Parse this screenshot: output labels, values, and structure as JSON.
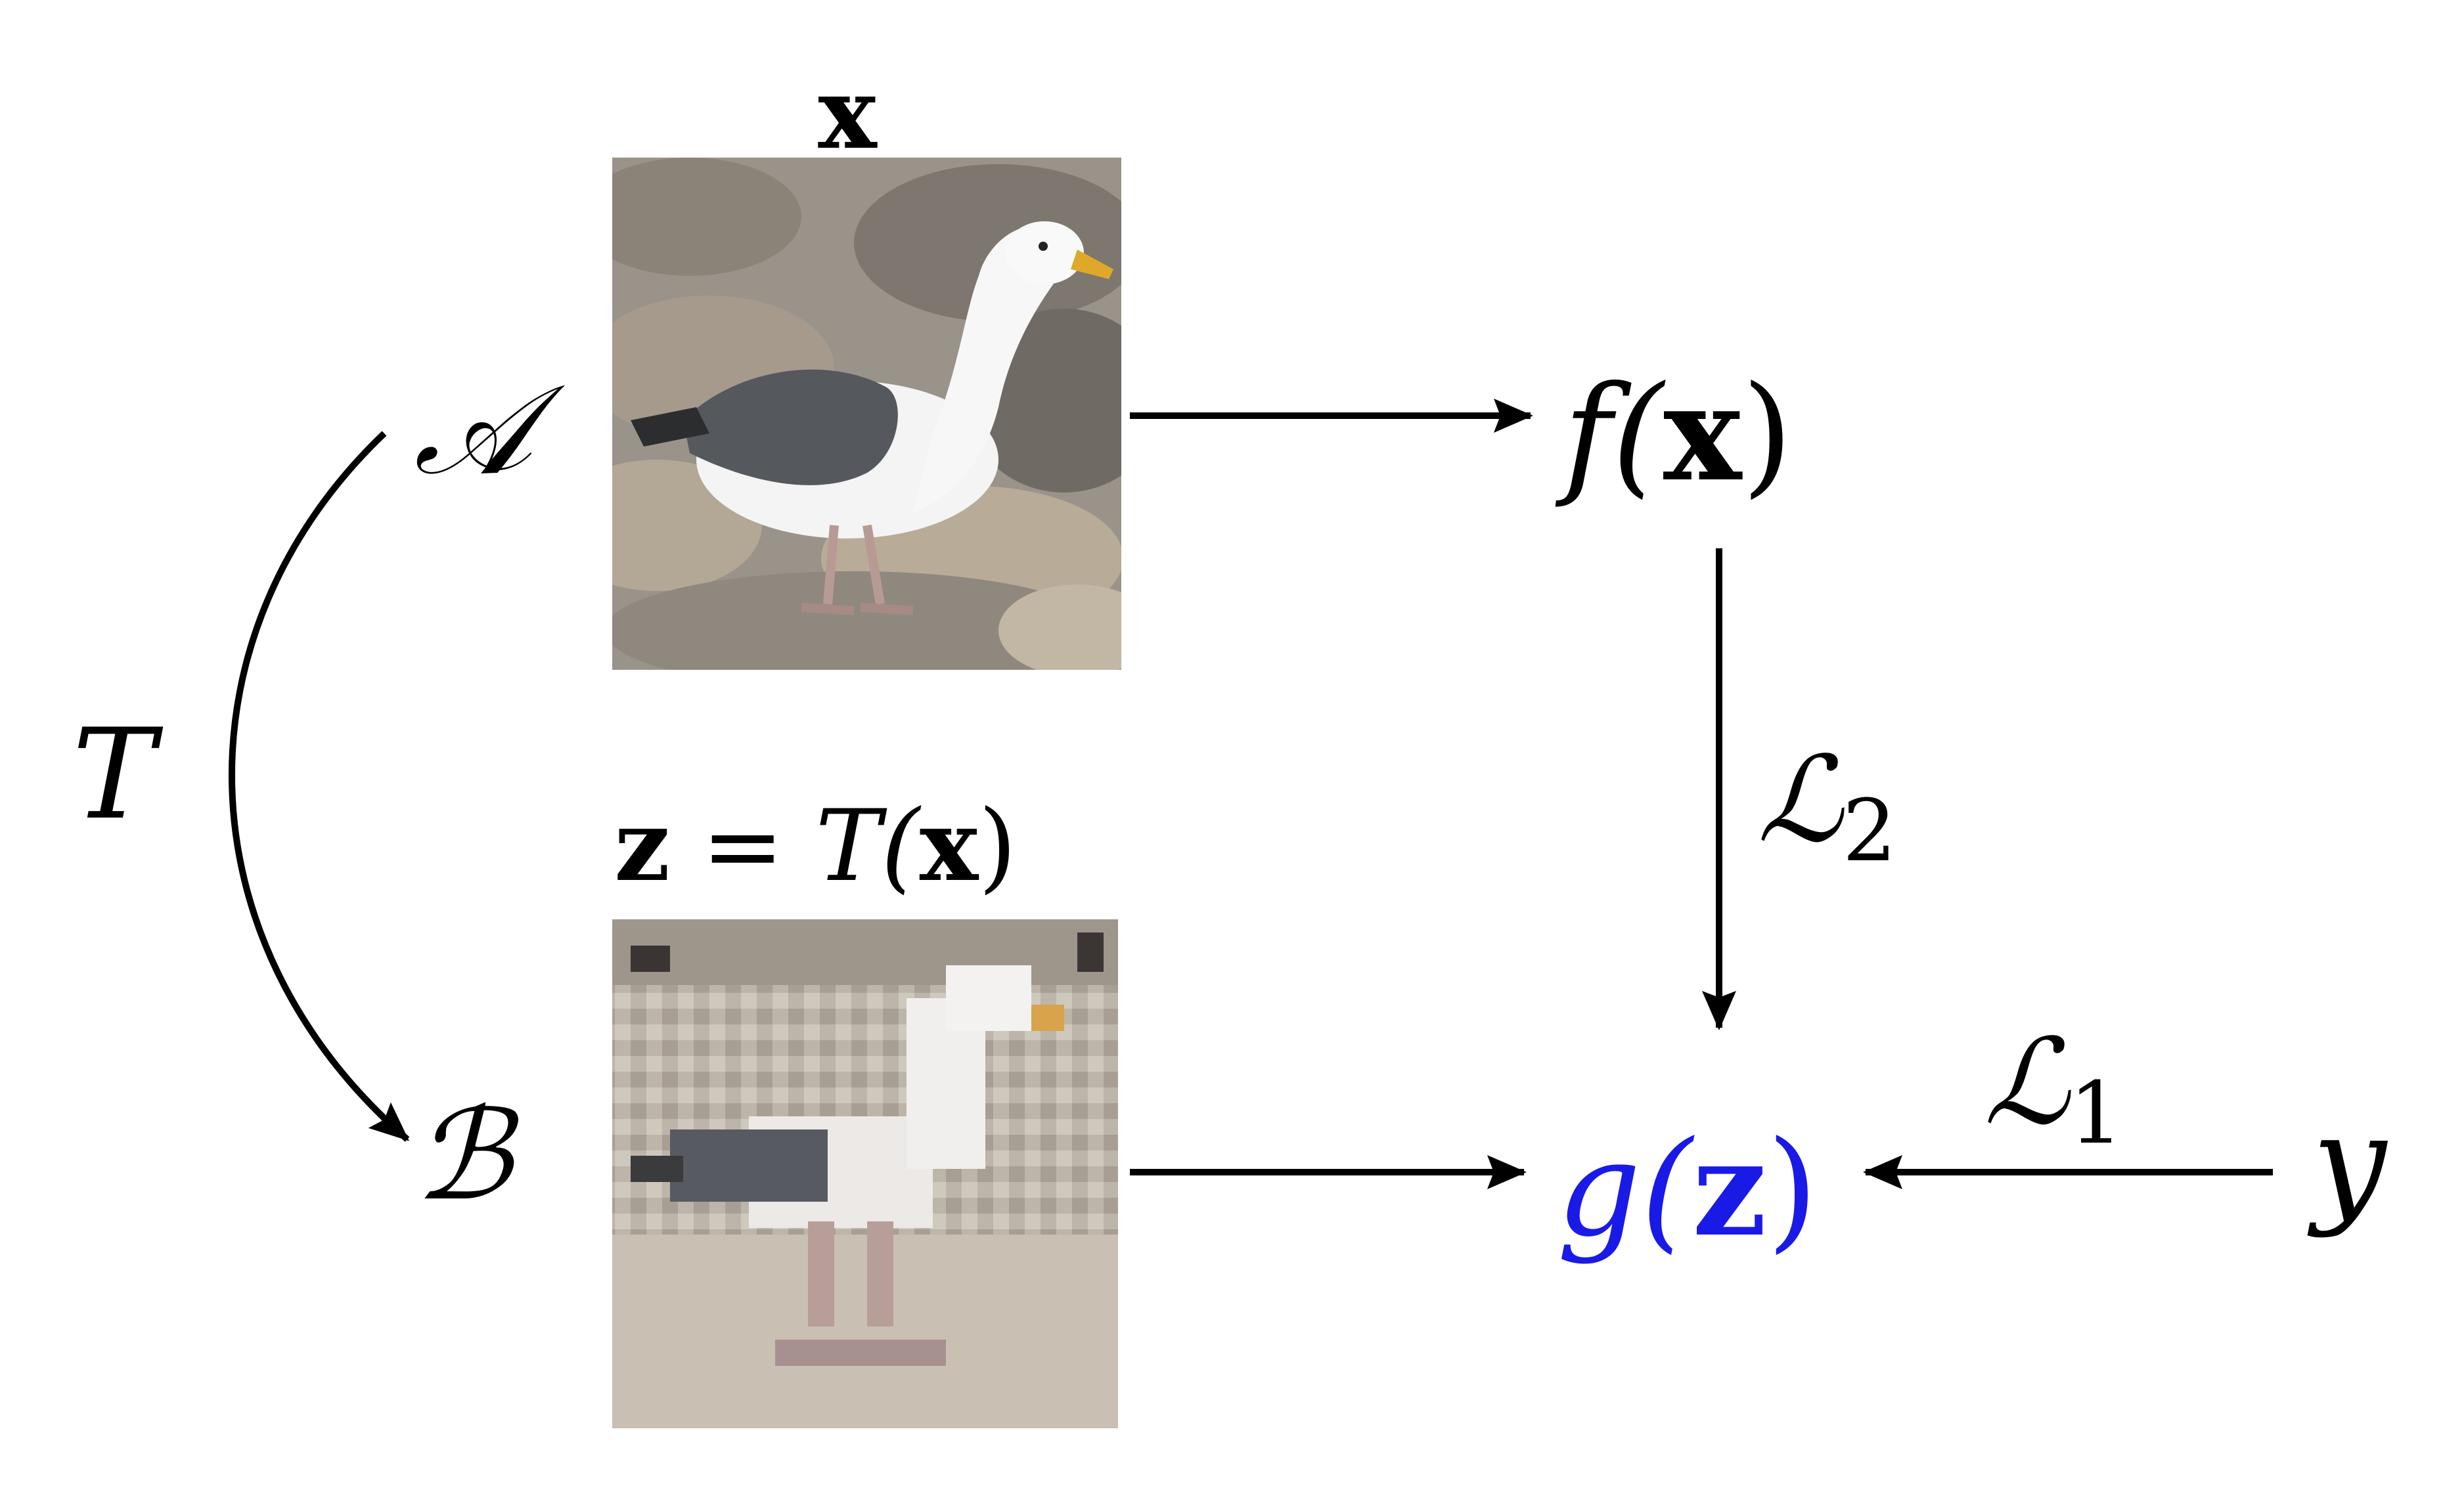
{
  "labels": {
    "x_top": "x",
    "z_eq_prefix": "z",
    "z_eq_mid": " = T(",
    "z_eq_x": "x",
    "z_eq_end": ")",
    "set_A": "𝒜",
    "set_B": "ℬ",
    "transform": "T",
    "f_prefix": "f(",
    "f_arg": "x",
    "f_suffix": ")",
    "g_prefix": "g(",
    "g_arg": "z",
    "g_suffix": ")",
    "loss2": "ℒ",
    "loss2_sub": "2",
    "loss1": "ℒ",
    "loss1_sub": "1",
    "y": "y"
  },
  "colors": {
    "text": "#000000",
    "student": "#1a1ae6",
    "arrow": "#000000"
  },
  "images": {
    "top": "seagull-photo-high-res",
    "bottom": "seagull-photo-pixelated"
  }
}
